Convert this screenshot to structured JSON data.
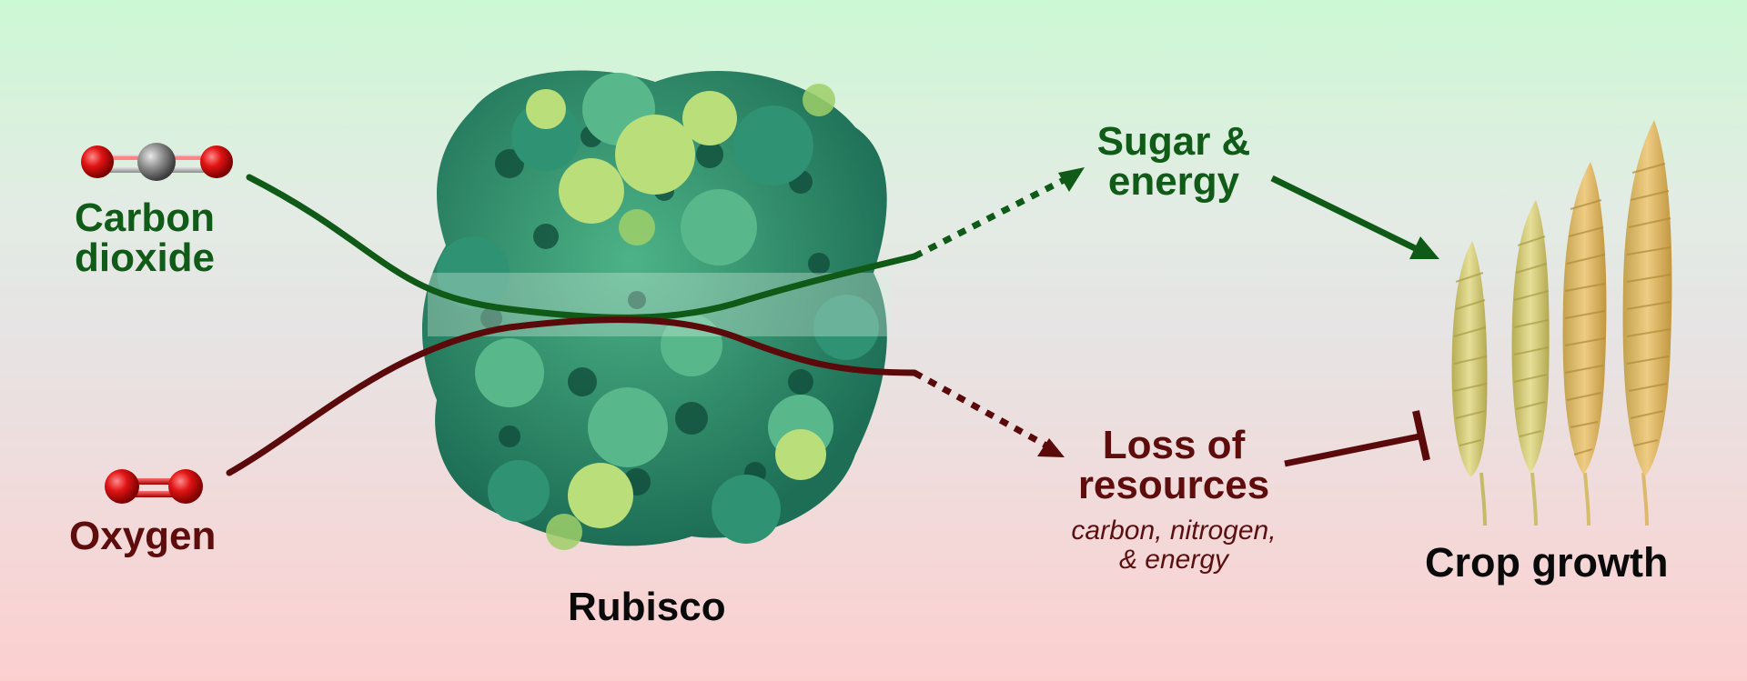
{
  "labels": {
    "carbon_dioxide_line1": "Carbon",
    "carbon_dioxide_line2": "dioxide",
    "oxygen": "Oxygen",
    "rubisco": "Rubisco",
    "sugar_line1": "Sugar &",
    "sugar_line2": "energy",
    "loss_line1": "Loss of",
    "loss_line2": "resources",
    "loss_detail_line1": "carbon, nitrogen,",
    "loss_detail_line2": "& energy",
    "crop_growth": "Crop growth"
  },
  "colors": {
    "productive_pathway": "#0e5a16",
    "wasteful_pathway": "#5a0a0a",
    "oxygen_atom": "#e01414",
    "carbon_atom": "#8c8c8c",
    "protein_dark": "#1f7a5c",
    "protein_mid": "#3fa37a",
    "protein_light": "#b7dc78",
    "wheat_pale": "#d8cf7c",
    "wheat_ripe": "#e2b662"
  },
  "icons": {
    "co2": "carbon-dioxide-molecule-icon",
    "o2": "oxygen-molecule-icon",
    "enzyme": "rubisco-protein-icon",
    "crop": "wheat-ear-icon"
  }
}
